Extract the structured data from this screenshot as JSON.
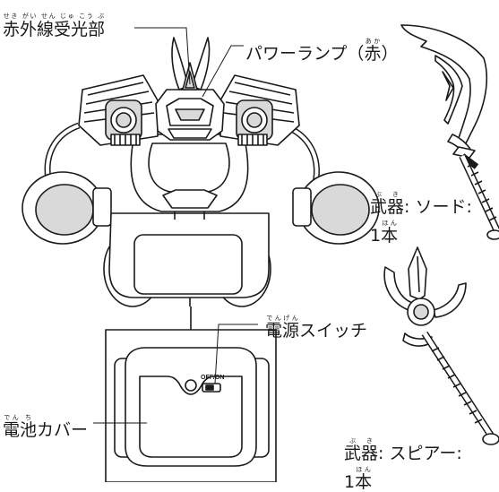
{
  "labels": {
    "ir_receiver": {
      "text": "赤外線受光部",
      "ruby": [
        "せき",
        "がい",
        "せん",
        "じゅ",
        "こう",
        "ぶ"
      ]
    },
    "power_lamp": {
      "prefix": "パワーランプ（",
      "kanji": "赤",
      "kanji_ruby": "あか",
      "suffix": "）"
    },
    "sword": {
      "k1": "武",
      "r1": "ぶ",
      "k2": "器",
      "r2": "き",
      "name": ": ソード:",
      "count_num": "1",
      "count_kanji": "本",
      "count_ruby": "ほん"
    },
    "power_switch": {
      "k1": "電",
      "r1": "でん",
      "k2": "源",
      "r2": "げん",
      "rest": "スイッチ"
    },
    "battery_cover": {
      "k1": "電",
      "r1": "でん",
      "k2": "池",
      "r2": "ち",
      "rest": "カバー"
    },
    "spear": {
      "k1": "武",
      "r1": "ぶ",
      "k2": "器",
      "r2": "き",
      "name": ": スピアー:",
      "count_num": "1",
      "count_kanji": "本",
      "count_ruby": "ほん"
    }
  },
  "switch_text": "OFF/ON",
  "colors": {
    "line": "#1a1a1a",
    "fill": "#ffffff",
    "shade": "#d9d9d9"
  }
}
